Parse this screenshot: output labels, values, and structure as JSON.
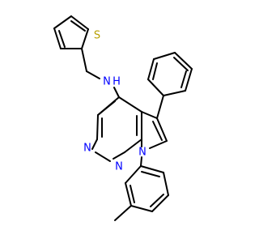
{
  "molecule": {
    "atoms": [
      {
        "id": "S",
        "label": "S",
        "color": "#b8a000"
      },
      {
        "id": "NH",
        "label": "N",
        "color": "#0000ff"
      },
      {
        "id": "H",
        "label": "H",
        "color": "#0000ff"
      },
      {
        "id": "N3",
        "label": "N",
        "color": "#0000ff"
      },
      {
        "id": "N1",
        "label": "N",
        "color": "#0000ff"
      },
      {
        "id": "N7",
        "label": "N",
        "color": "#0000ff"
      }
    ]
  }
}
